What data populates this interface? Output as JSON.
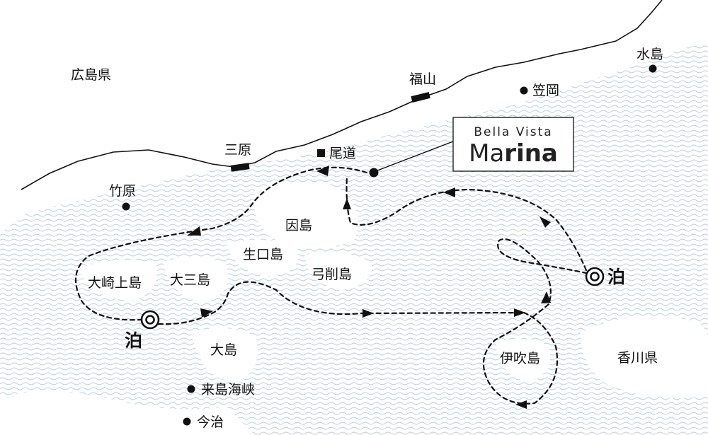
{
  "colors": {
    "sea_wave": "#b9cbd9",
    "land": "#ffffff",
    "ink": "#111111"
  },
  "logo": {
    "top_text": "Bella Vista",
    "main_text_light": "Ma",
    "main_text_bold": "rina"
  },
  "labels": {
    "hiroshima_pref": "広島県",
    "kagawa_pref": "香川県",
    "fukuyama": "福山",
    "mihara": "三原",
    "onomichi": "尾道",
    "kasaoka": "笠岡",
    "mizushima": "水島",
    "takehara": "竹原",
    "innoshima": "因島",
    "ikuchijima": "生口島",
    "yugeshima": "弓削島",
    "osakikamijima": "大崎上島",
    "omishima": "大三島",
    "oshima": "大島",
    "kurushima_strait": "来島海峡",
    "imabari": "今治",
    "ibukijima": "伊吹島",
    "overnight_west": "泊",
    "overnight_east": "泊"
  }
}
